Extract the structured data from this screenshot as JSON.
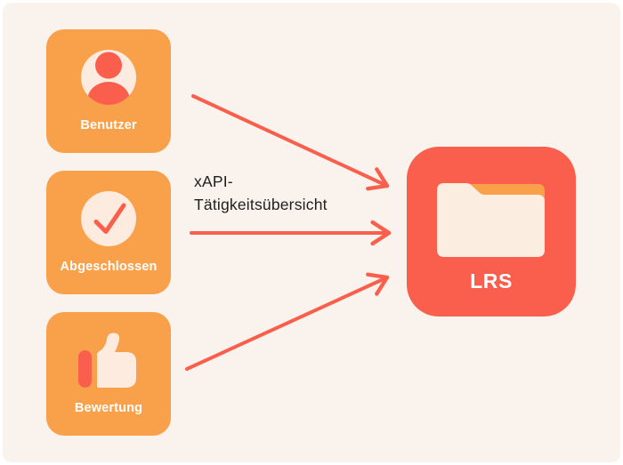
{
  "canvas": {
    "background_color": "#FAF3ED",
    "frame_color": "#FFFFFF"
  },
  "palette": {
    "orange": "#F9A14A",
    "red": "#F95F4C",
    "cream": "#FCEBDE",
    "text_dark": "#1E1E1C",
    "label_white": "#FFFFFF"
  },
  "sources": [
    {
      "label": "Benutzer",
      "icon": "user-icon"
    },
    {
      "label": "Abgeschlossen",
      "icon": "check-icon"
    },
    {
      "label": "Bewertung",
      "icon": "thumbs-up-icon"
    }
  ],
  "target": {
    "label": "LRS",
    "icon": "folder-icon"
  },
  "annotation": {
    "line1": "xAPI-",
    "line2": "Tätigkeitsübersicht"
  },
  "arrows": [
    {
      "from": "Benutzer",
      "to": "LRS"
    },
    {
      "from": "Abgeschlossen",
      "to": "LRS"
    },
    {
      "from": "Bewertung",
      "to": "LRS"
    }
  ]
}
